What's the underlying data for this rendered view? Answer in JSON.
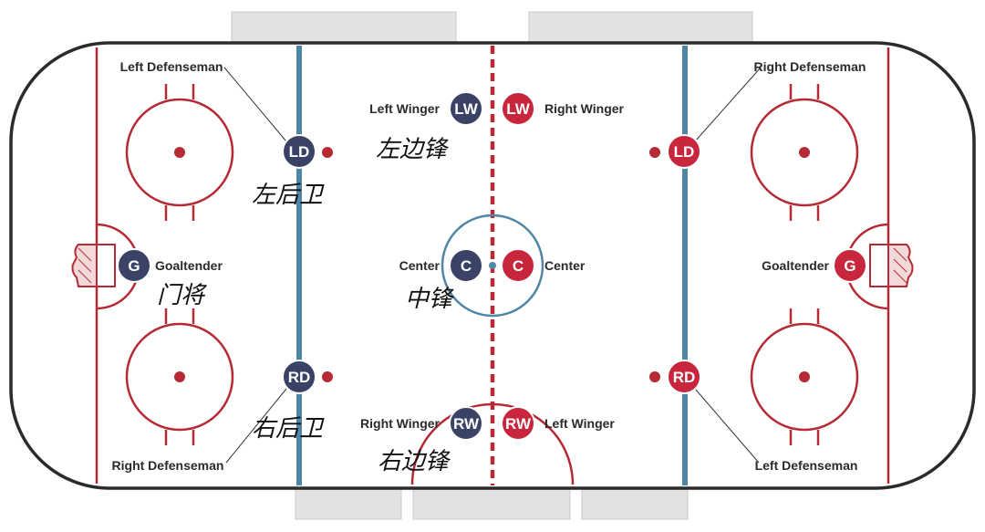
{
  "colors": {
    "home": "#3a4266",
    "away": "#c8263d",
    "line_blue": "#4f86a6",
    "line_red": "#b52a35",
    "board": "#2b2b2b",
    "bench": "#e2e2e2"
  },
  "labels": {
    "left_defenseman_top": "Left Defenseman",
    "right_defenseman_top": "Right Defenseman",
    "left_winger_home": "Left Winger",
    "right_winger_away": "Right Winger",
    "goaltender_home": "Goaltender",
    "goaltender_away": "Goaltender",
    "center_home": "Center",
    "center_away": "Center",
    "right_winger_home": "Right Winger",
    "left_winger_away": "Left Winger",
    "right_defenseman_bottom": "Right Defenseman",
    "left_defenseman_bottom": "Left Defenseman"
  },
  "chinese": {
    "left_winger": "左边锋",
    "left_defense": "左后卫",
    "goalie": "门将",
    "center": "中锋",
    "right_defense": "右后卫",
    "right_winger": "右边锋"
  },
  "players": {
    "home_lw": "LW",
    "away_lw": "LW",
    "home_ld": "LD",
    "away_ld": "LD",
    "home_g": "G",
    "away_g": "G",
    "home_c": "C",
    "away_c": "C",
    "home_rd": "RD",
    "away_rd": "RD",
    "home_rw": "RW",
    "away_rw": "RW"
  }
}
